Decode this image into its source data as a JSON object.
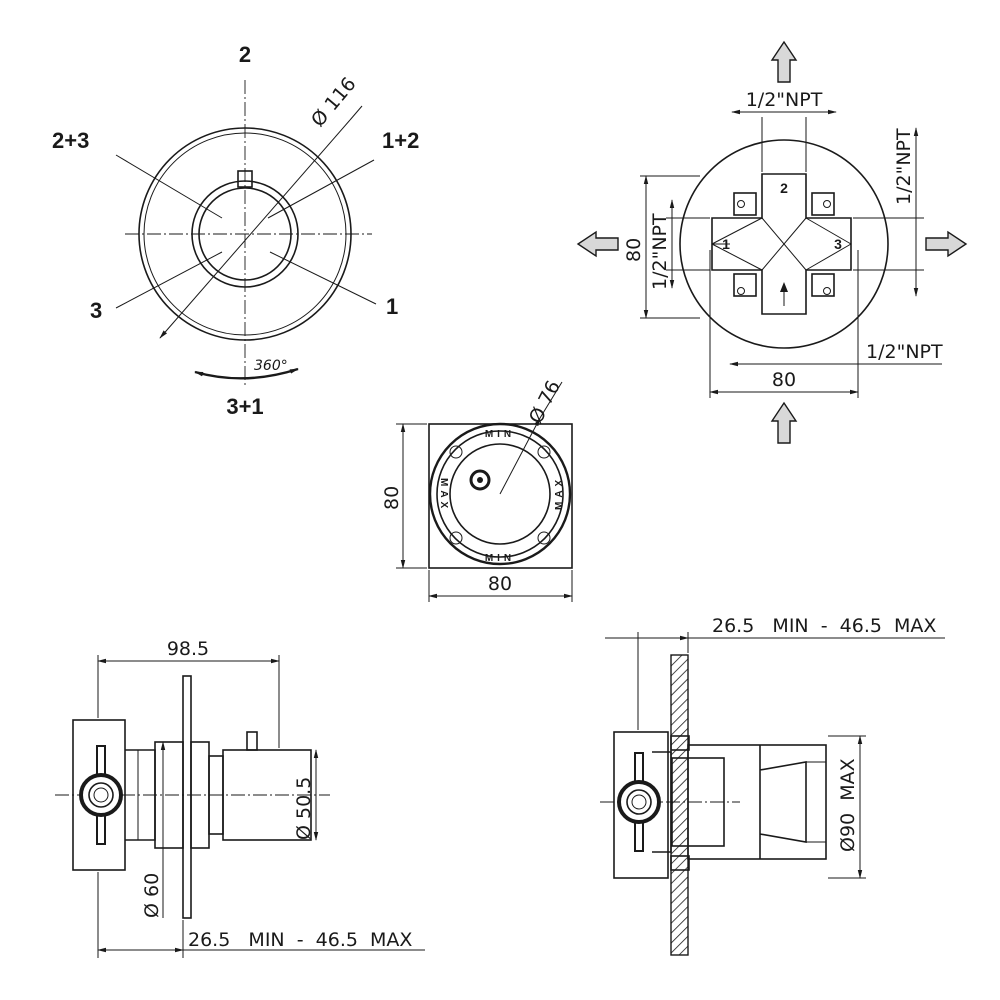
{
  "front_view": {
    "port_2": "2",
    "port_1_2": "1+2",
    "port_1": "1",
    "port_3_1": "3+1",
    "port_3": "3",
    "port_2_3": "2+3",
    "diameter": "Ø 116",
    "rotation": "360°"
  },
  "top_right_view": {
    "npt_top": "1/2\"NPT",
    "npt_right_vertical": "1/2\"NPT",
    "npt_left_vertical": "1/2\"NPT",
    "npt_bottom": "1/2\"NPT",
    "height_dim": "80",
    "width_dim": "80",
    "outlet_2": "2",
    "outlet_1": "1",
    "outlet_3": "3"
  },
  "middle_view": {
    "diameter": "Ø 76",
    "height_dim": "80",
    "width_dim": "80",
    "min_label": "MIN",
    "max_label": "MAX"
  },
  "bottom_left_view": {
    "length_dim": "98.5",
    "diameter_50": "Ø 50.5",
    "diameter_60": "Ø 60",
    "wall_range": "26.5   MIN  -  46.5  MAX"
  },
  "bottom_right_view": {
    "wall_range": "26.5   MIN  -  46.5  MAX",
    "diameter_90": "Ø90  MAX"
  },
  "colors": {
    "ink": "#1a1a1a",
    "background": "#ffffff",
    "arrow_fill": "#d8d8d8"
  }
}
